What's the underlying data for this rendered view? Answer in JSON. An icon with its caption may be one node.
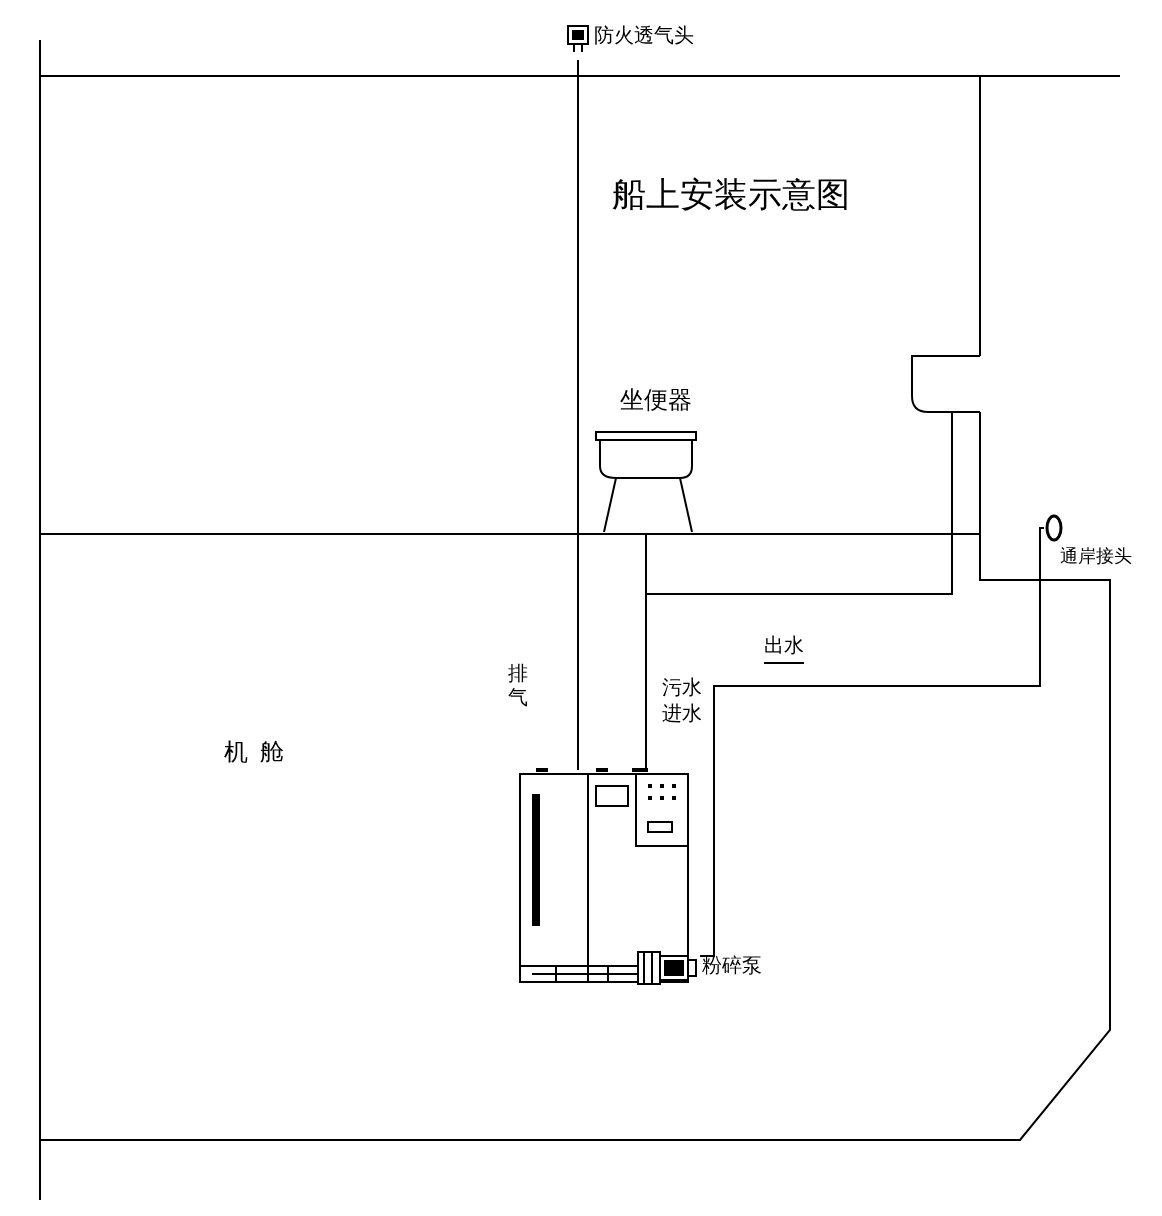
{
  "diagram": {
    "title": "船上安装示意图",
    "nodes": [
      {
        "text": [
          "防火透气头"
        ]
      },
      {
        "text": [
          "坐便器"
        ]
      },
      {
        "text": [],
        "shape": "picture"
      },
      {
        "text": [
          "通岸接头"
        ]
      },
      {
        "text": [],
        "shape": "picture"
      },
      {
        "text": [
          "粉碎泵"
        ]
      }
    ],
    "edges": [
      {
        "from": 4,
        "to": 0,
        "arrow": "none",
        "label": "排气"
      },
      {
        "from": 1,
        "to": 4,
        "arrow": "none",
        "label": "污水进水"
      },
      {
        "from": 2,
        "to": 4,
        "arrow": "none"
      },
      {
        "from": 5,
        "to": 3,
        "arrow": "none",
        "label": "出水"
      }
    ],
    "labels": [
      "机舱"
    ]
  }
}
